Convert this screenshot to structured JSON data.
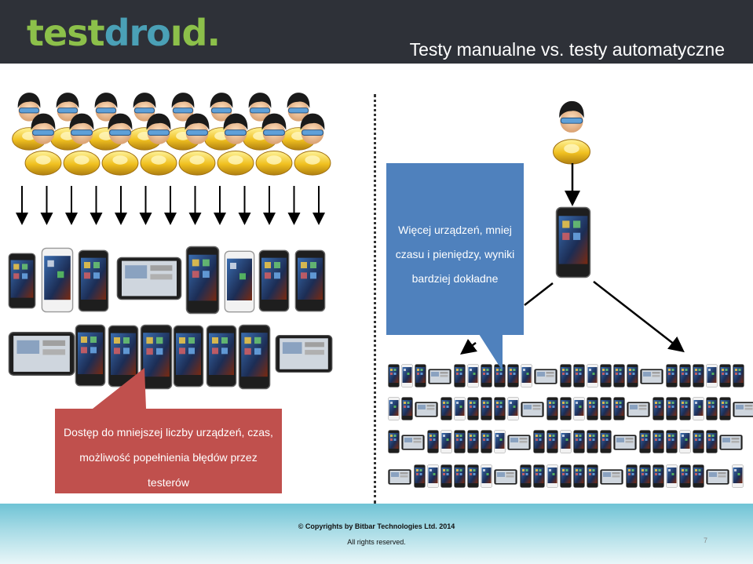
{
  "header": {
    "logo_part1": "test",
    "logo_part2": "dro",
    "logo_part3": "ıd.",
    "title": "Testy manualne vs. testy automatyczne"
  },
  "callouts": {
    "blue": {
      "line1": "Więcej urządzeń, mniej",
      "line2": "czasu i pieniędzy, wyniki",
      "line3": "bardziej dokładne"
    },
    "red": {
      "line1": "Dostęp do mniejszej liczby urządzeń, czas,",
      "line2": "możliwość popełnienia błędów przez",
      "line3": "testerów"
    }
  },
  "footer": {
    "copyright": "© Copyrights by Bitbar Technologies Ltd. 2014",
    "rights": "All rights reserved.",
    "page_number": "7"
  },
  "colors": {
    "header_bg": "#2e3138",
    "accent_green": "#8cc04a",
    "accent_teal": "#4aa0b6",
    "callout_blue": "#4f81bd",
    "callout_red": "#c0504d"
  },
  "icons": {
    "tester": "tester-person-icon",
    "device": "smartphone-icon",
    "tablet": "tablet-icon"
  }
}
